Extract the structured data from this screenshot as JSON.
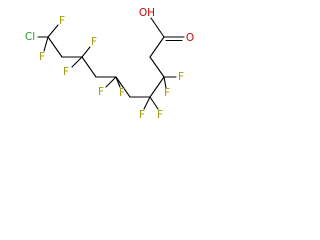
{
  "molecule": {
    "colors": {
      "bond": "#000000",
      "carbon_bond": "#000000",
      "fluorine": "#a0a000",
      "chlorine": "#1f9f1f",
      "oxygen": "#e00000"
    },
    "labels": {
      "cl": "Cl",
      "oh": "OH",
      "o": "O",
      "f": "F"
    }
  }
}
